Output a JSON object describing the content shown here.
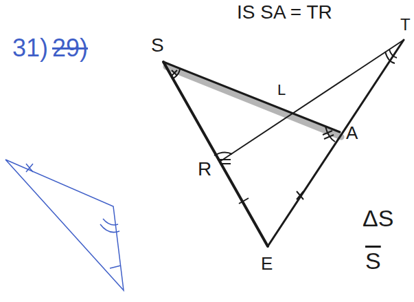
{
  "diagram": {
    "labels": [
      "31)",
      "29)",
      "S",
      "T",
      "R",
      "A",
      "E",
      "L",
      "IS SA = TR",
      "ΔS",
      "S"
    ]
  }
}
